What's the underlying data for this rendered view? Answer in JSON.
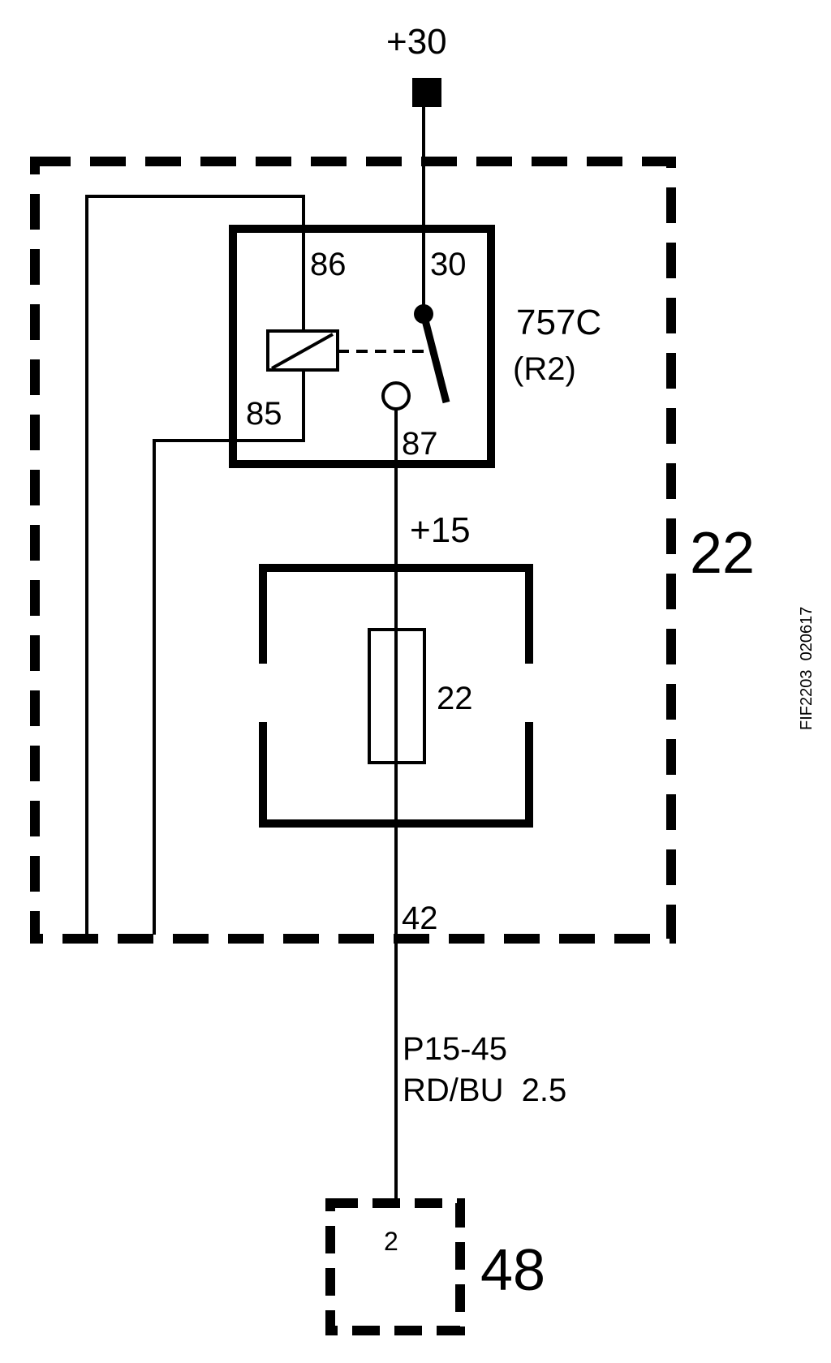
{
  "supply": {
    "label": "+30"
  },
  "relay": {
    "name": "757C",
    "ref": "(R2)",
    "pin_86": "86",
    "pin_30": "30",
    "pin_85": "85",
    "pin_87": "87"
  },
  "fuse": {
    "supply_label": "+15",
    "number": "22"
  },
  "fuse_box": {
    "number": "22",
    "output_pin": "42"
  },
  "wire": {
    "code": "P15-45",
    "spec": "RD/BU  2.5"
  },
  "connector": {
    "pin": "2",
    "number": "48"
  },
  "figure_id": "FIF2203  020617",
  "colors": {
    "line": "#000000",
    "background": "#ffffff"
  }
}
